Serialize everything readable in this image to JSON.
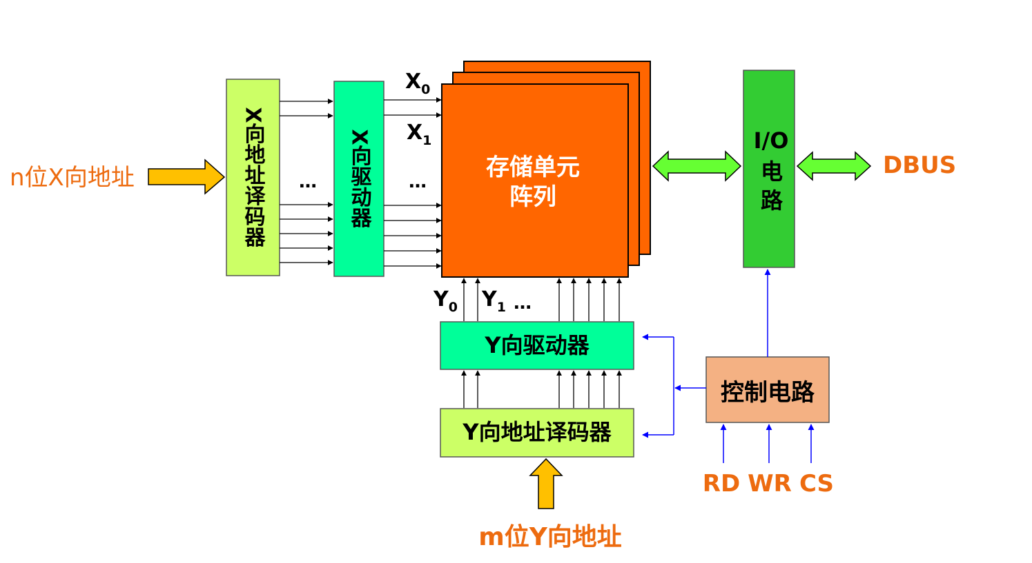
{
  "blocks": {
    "x_decoder": "X向地址译码器",
    "x_driver": "X向驱动器",
    "memory_array_line1": "存储单元",
    "memory_array_line2": "阵列",
    "io_circuit_line1": "I/O",
    "io_circuit_line2": "电",
    "io_circuit_line3": "路",
    "y_driver": "Y向驱动器",
    "y_decoder": "Y向地址译码器",
    "control_circuit": "控制电路"
  },
  "inputs": {
    "n_x_address": "n位X向地址",
    "m_y_address": "m位Y向地址",
    "dbus": "DBUS",
    "control_signals": [
      "RD",
      "WR",
      "CS"
    ]
  },
  "lines": {
    "x0_base": "X",
    "x0_sub": "0",
    "x1_base": "X",
    "x1_sub": "1",
    "y0_base": "Y",
    "y0_sub": "0",
    "y1_base": "Y",
    "y1_sub": "1",
    "ellipsis": "…"
  },
  "colors": {
    "x_decoder": "#CCFF66",
    "x_driver": "#00FF99",
    "memory_array": "#FF6600",
    "io_circuit": "#33CC33",
    "y_driver": "#00FF99",
    "y_decoder": "#CCFF66",
    "control_circuit": "#F4B183",
    "external_label": "#ED6B0F",
    "control_line": "#0000FF",
    "wide_arrow_orange": "#FFC000",
    "wide_arrow_green": "#66FF33"
  }
}
